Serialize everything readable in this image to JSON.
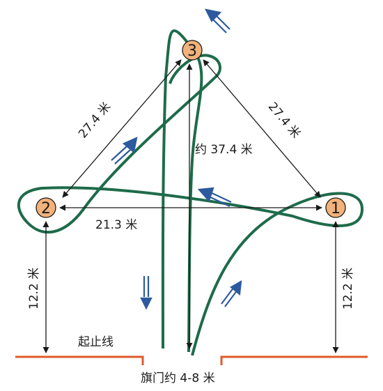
{
  "markers": [
    {
      "id": "marker-1",
      "label": "1"
    },
    {
      "id": "marker-2",
      "label": "2"
    },
    {
      "id": "marker-3",
      "label": "3"
    }
  ],
  "dimensions": {
    "side_left": "27.4 米",
    "side_right": "27.4 米",
    "height": "约 37.4 米",
    "base": "21.3 米",
    "left_offset": "12.2 米",
    "right_offset": "12.2 米"
  },
  "labels": {
    "start_line": "起止线",
    "gate": "旗门约 4-8 米"
  },
  "colors": {
    "path": "#1e6b4a",
    "arrow": "#2d5a9e",
    "marker_fill": "#f2b27a",
    "start_line": "#e05a2b",
    "measure": "#1a1a1a"
  }
}
